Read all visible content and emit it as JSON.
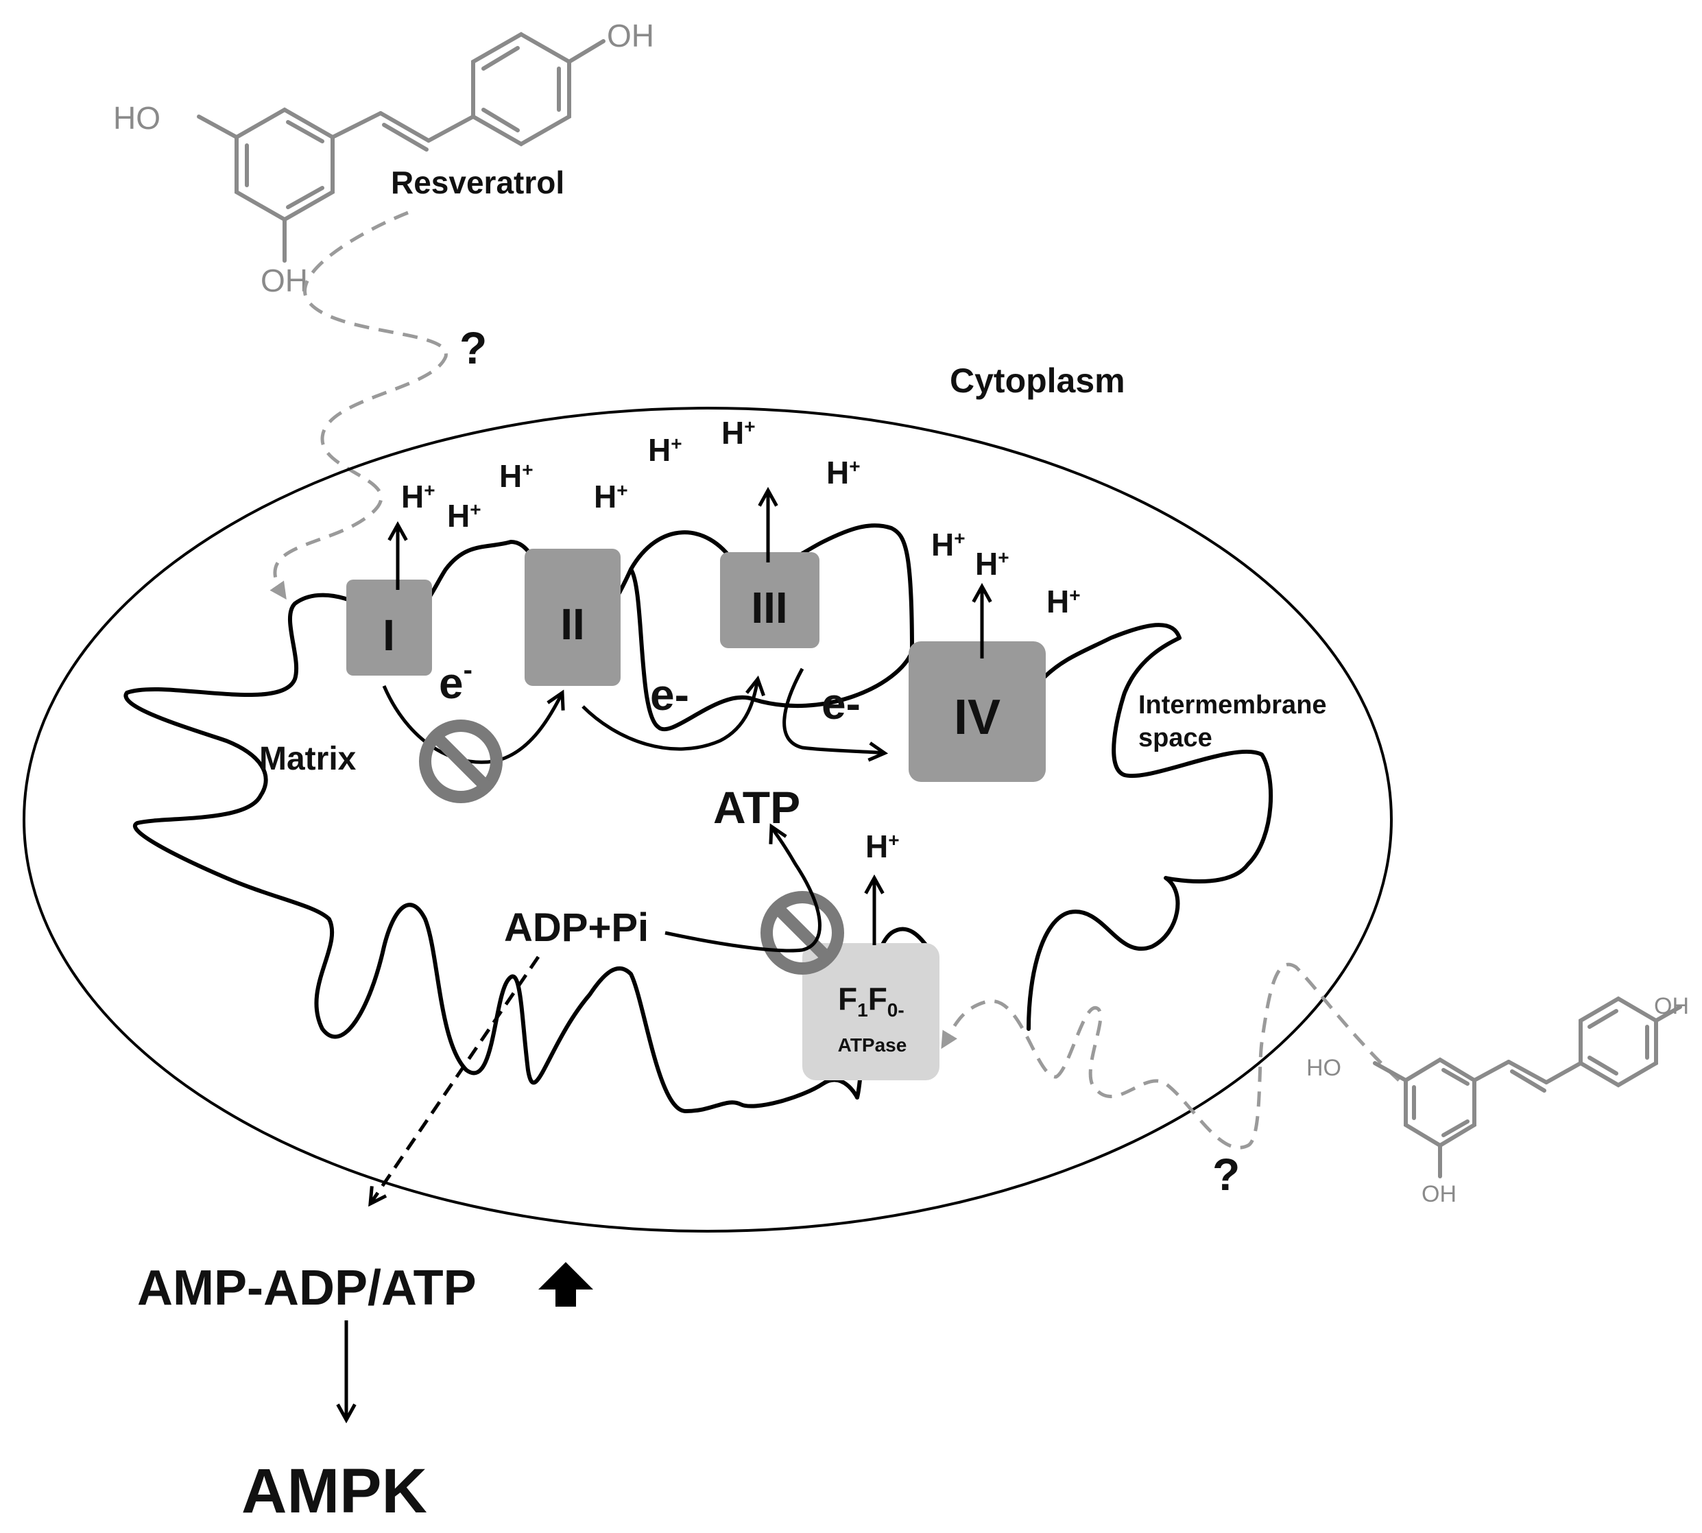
{
  "labels": {
    "resveratrol": "Resveratrol",
    "question_top": "?",
    "question_bottom": "?",
    "cytoplasm": "Cytoplasm",
    "matrix": "Matrix",
    "intermembrane_line1": "Intermembrane",
    "intermembrane_line2": "space",
    "atp": "ATP",
    "adp_pi": "ADP+Pi",
    "ratio": "AMP-ADP/ATP",
    "ampk": "AMPK",
    "h": "H",
    "plus": "+",
    "e_minus_1": "e",
    "e_minus_1_sup": "-",
    "e_minus_2": "e-",
    "e_minus_3": "e-"
  },
  "complexes": {
    "c1": "I",
    "c2": "II",
    "c3": "III",
    "c4": "IV",
    "atpase_f1": "F",
    "atpase_sub1": "1",
    "atpase_f0": "F",
    "atpase_sub0": "0-",
    "atpase_name": "ATPase"
  },
  "molecule": {
    "oh": "OH",
    "ho": "HO"
  },
  "colors": {
    "complex_dark": "#9a9a9a",
    "complex_light": "#d6d6d6",
    "inhibit": "#7a7a7a",
    "molecule_gray": "#8a8a8a"
  }
}
